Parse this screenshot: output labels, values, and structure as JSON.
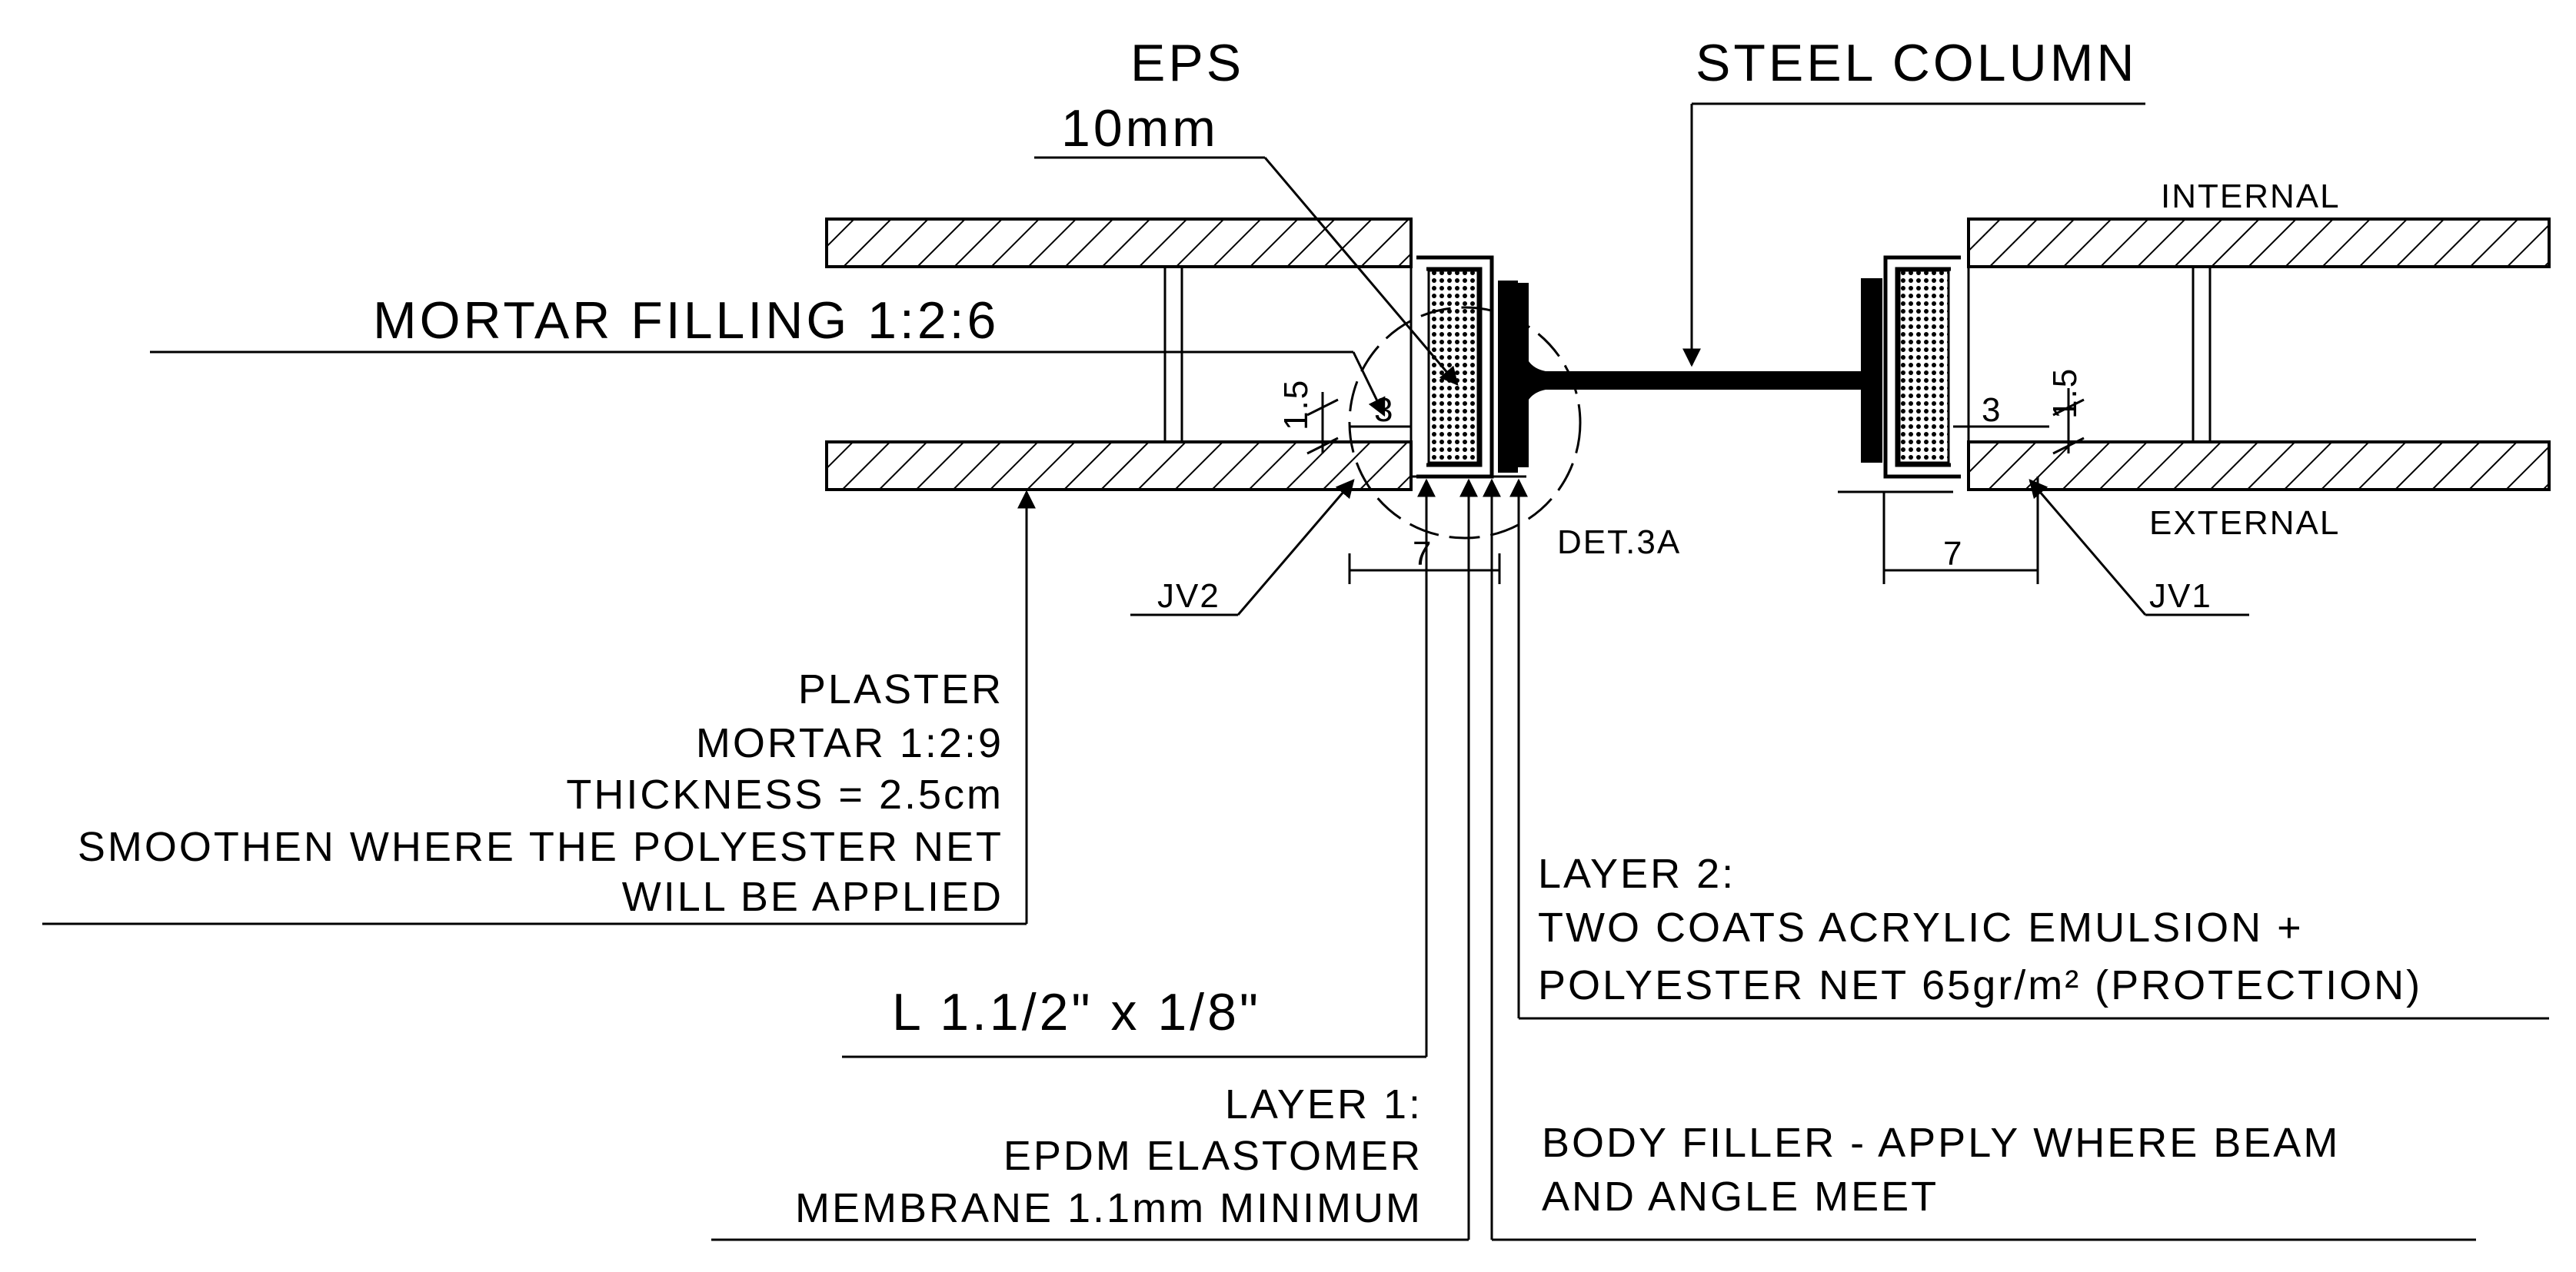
{
  "labels": {
    "eps_line1": "EPS",
    "eps_line2": "10mm",
    "steel_column": "STEEL COLUMN",
    "internal": "INTERNAL",
    "external": "EXTERNAL",
    "mortar_filling": "MORTAR FILLING 1:2:6",
    "dim_1_5_left": "1.5",
    "dim_3_left": "3",
    "dim_7_left": "7",
    "dim_1_5_right": "1.5",
    "dim_3_right": "3",
    "dim_7_right": "7",
    "det_3a": "DET.3A",
    "jv2": "JV2",
    "jv1": "JV1",
    "plaster_line1": "PLASTER",
    "plaster_line2": "MORTAR 1:2:9",
    "plaster_line3": "THICKNESS = 2.5cm",
    "plaster_line4": "SMOOTHEN WHERE THE POLYESTER NET",
    "plaster_line5": "WILL BE APPLIED",
    "angle": "L 1.1/2\" x 1/8\"",
    "layer1_line1": "LAYER 1:",
    "layer1_line2": "EPDM ELASTOMER",
    "layer1_line3": "MEMBRANE 1.1mm MINIMUM",
    "layer2_line1": "LAYER 2:",
    "layer2_line2": "TWO COATS ACRYLIC EMULSION +",
    "layer2_line3": "POLYESTER NET 65gr/m² (PROTECTION)",
    "filler_line1": "BODY FILLER - APPLY WHERE BEAM",
    "filler_line2": "AND ANGLE MEET"
  }
}
